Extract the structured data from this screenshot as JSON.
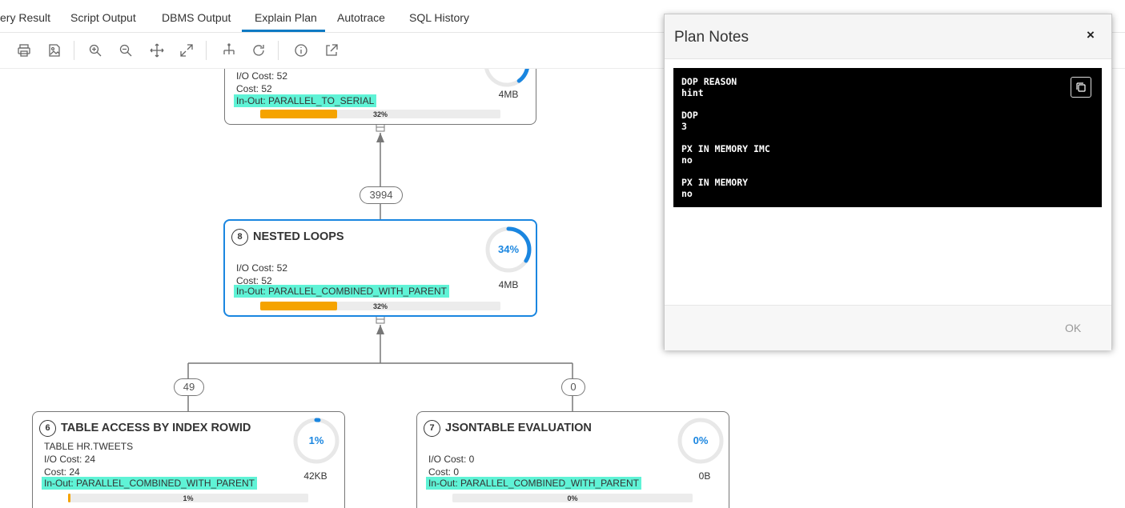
{
  "tabs": [
    "ery Result",
    "Script Output",
    "DBMS Output",
    "Explain Plan",
    "Autotrace",
    "SQL History"
  ],
  "active_tab": "Explain Plan",
  "toolbar_icons": [
    "print-icon",
    "save-image-icon",
    "zoom-in-icon",
    "zoom-out-icon",
    "move-icon",
    "expand-icon",
    "tree-layout-icon",
    "refresh-icon",
    "info-icon",
    "open-external-icon"
  ],
  "plan": {
    "top_node": {
      "io_cost": "I/O Cost: 52",
      "cost": "Cost: 52",
      "in_out": "In-Out: PARALLEL_TO_SERIAL",
      "bar_pct": 32,
      "bar_label": "32%",
      "memory": "4MB",
      "gauge_pct": 40
    },
    "edge_top": "3994",
    "nested_loops": {
      "id": "8",
      "title": "NESTED LOOPS",
      "io_cost": "I/O Cost: 52",
      "cost": "Cost: 52",
      "in_out": "In-Out: PARALLEL_COMBINED_WITH_PARENT",
      "bar_pct": 32,
      "bar_label": "32%",
      "memory": "4MB",
      "gauge_pct": 34,
      "gauge_label": "34%"
    },
    "edge_left": "49",
    "edge_right": "0",
    "table_access": {
      "id": "6",
      "title": "TABLE ACCESS BY INDEX ROWID",
      "table": "TABLE HR.TWEETS",
      "io_cost": "I/O Cost: 24",
      "cost": "Cost: 24",
      "in_out": "In-Out: PARALLEL_COMBINED_WITH_PARENT",
      "bar_pct": 1,
      "bar_label": "1%",
      "memory": "42KB",
      "gauge_pct": 1,
      "gauge_label": "1%"
    },
    "jsontable": {
      "id": "7",
      "title": "JSONTABLE EVALUATION",
      "io_cost": "I/O Cost: 0",
      "cost": "Cost: 0",
      "in_out": "In-Out: PARALLEL_COMBINED_WITH_PARENT",
      "bar_pct": 0,
      "bar_label": "0%",
      "memory": "0B",
      "gauge_pct": 0,
      "gauge_label": "0%"
    }
  },
  "modal": {
    "title": "Plan Notes",
    "close": "×",
    "notes": [
      {
        "key": "DOP REASON",
        "value": "hint"
      },
      {
        "key": "DOP",
        "value": "3"
      },
      {
        "key": "PX IN MEMORY IMC",
        "value": "no"
      },
      {
        "key": "PX IN MEMORY",
        "value": "no"
      }
    ],
    "ok": "OK"
  },
  "colors": {
    "accent": "#1a86e0",
    "highlight": "#5ff3d6",
    "bar": "#f5a300"
  }
}
